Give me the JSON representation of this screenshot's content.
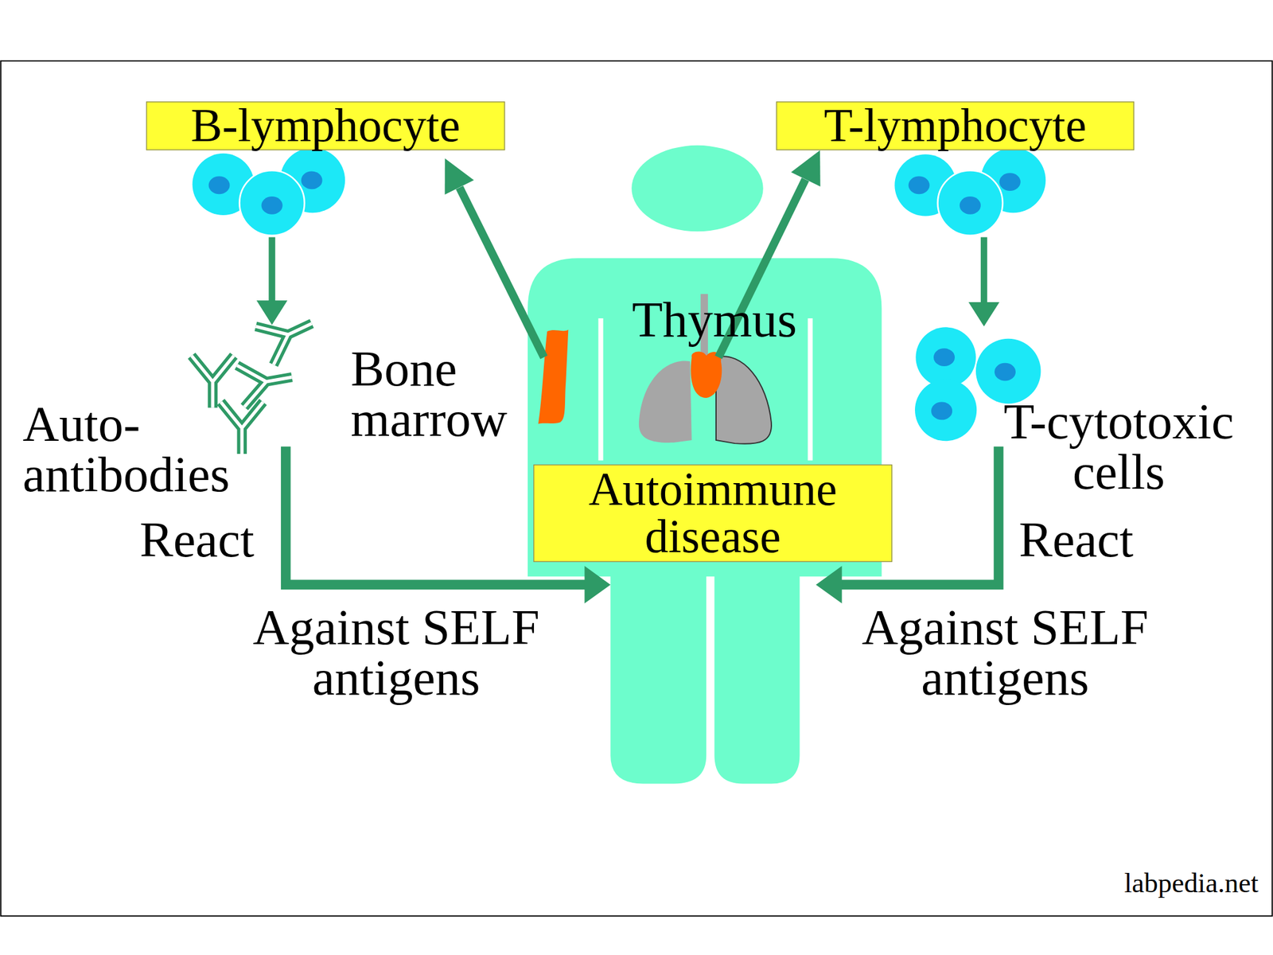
{
  "diagram": {
    "nodes": [
      {
        "text": [
          "B-lymphocyte"
        ]
      },
      {
        "text": [
          "T-lymphocyte"
        ]
      },
      {
        "text": [
          "Autoimmune disease"
        ]
      }
    ],
    "labels": [
      "Bone marrow",
      "Thymus",
      "Auto- antibodies",
      "React",
      "Against SELF antigens",
      "T-cytotoxic cells",
      "React",
      "Against SELF antigens",
      "labpedia.net"
    ]
  }
}
